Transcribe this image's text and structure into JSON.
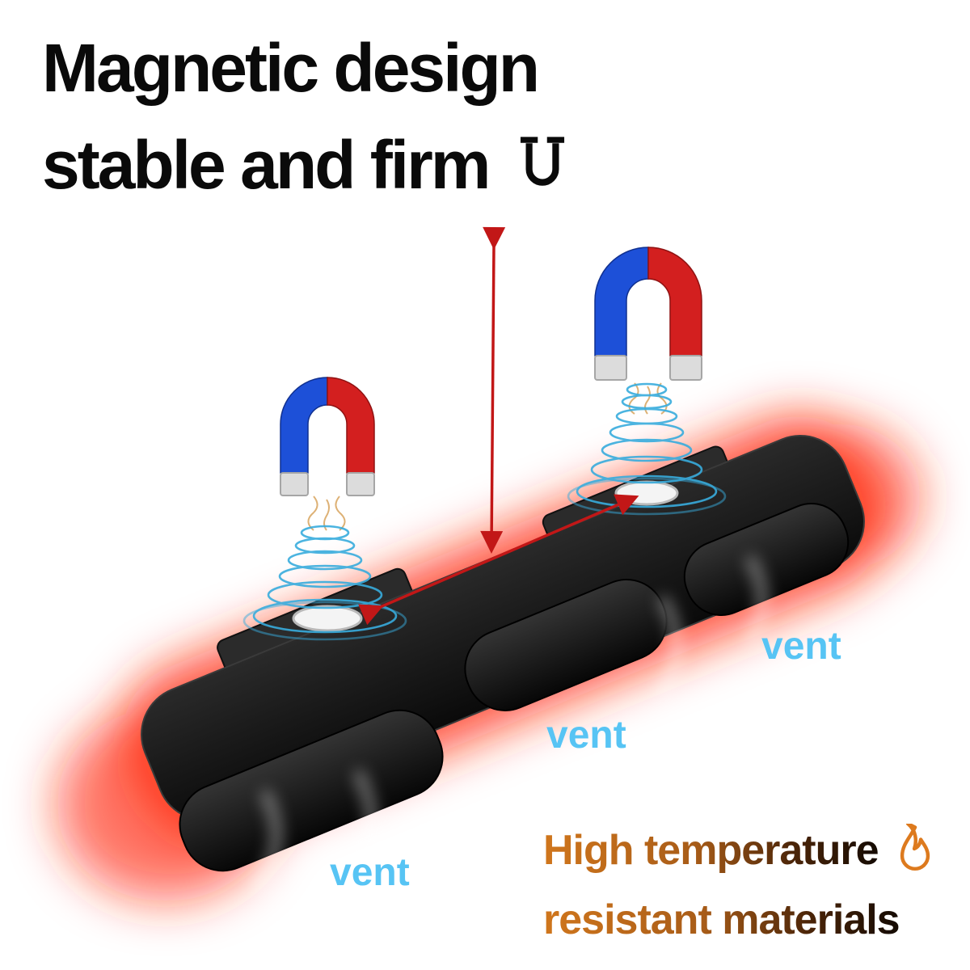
{
  "heading": {
    "line1": "Magnetic design",
    "line2": "stable and firm",
    "icon": "horseshoe-magnet-outline-icon"
  },
  "vent_labels": [
    {
      "text": "vent"
    },
    {
      "text": "vent"
    },
    {
      "text": "vent"
    }
  ],
  "feature": {
    "line1": "High temperature",
    "line2": "resistant materials",
    "icon": "flame-outline-icon"
  },
  "colors": {
    "magnet_blue": "#1d50d8",
    "magnet_red": "#d31f1f",
    "magnet_tip": "#dcdcdc",
    "field_ring": "#38acdd",
    "field_wave": "#d8a45e",
    "vent_text": "#57c4f4",
    "heat_text": "#dd7a1e",
    "arrow_red": "#c21717",
    "glow_red": "#ff2d12",
    "product_black": "#141414",
    "title_black": "#0a0a0a"
  }
}
